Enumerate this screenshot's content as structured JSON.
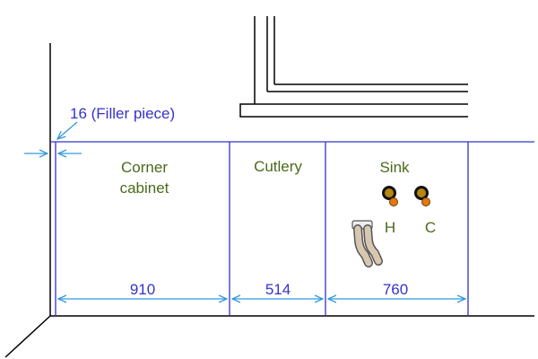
{
  "annotation": {
    "filler_label": "16 (Filler piece)"
  },
  "cabinets": [
    {
      "label_line1": "Corner",
      "label_line2": "cabinet",
      "width": "910"
    },
    {
      "label_line1": "Cutlery",
      "label_line2": "",
      "width": "514"
    },
    {
      "label_line1": "Sink",
      "label_line2": "",
      "width": "760"
    }
  ],
  "taps": {
    "hot_label": "H",
    "cold_label": "C"
  },
  "colors": {
    "outline": "#000000",
    "cabinet_line": "#3333cc",
    "dimension": "#3399dd",
    "label_text": "#4a6a1a",
    "annotation_text": "#3333cc",
    "tap_handle": "#e07a10",
    "tap_body": "#b8860b"
  }
}
